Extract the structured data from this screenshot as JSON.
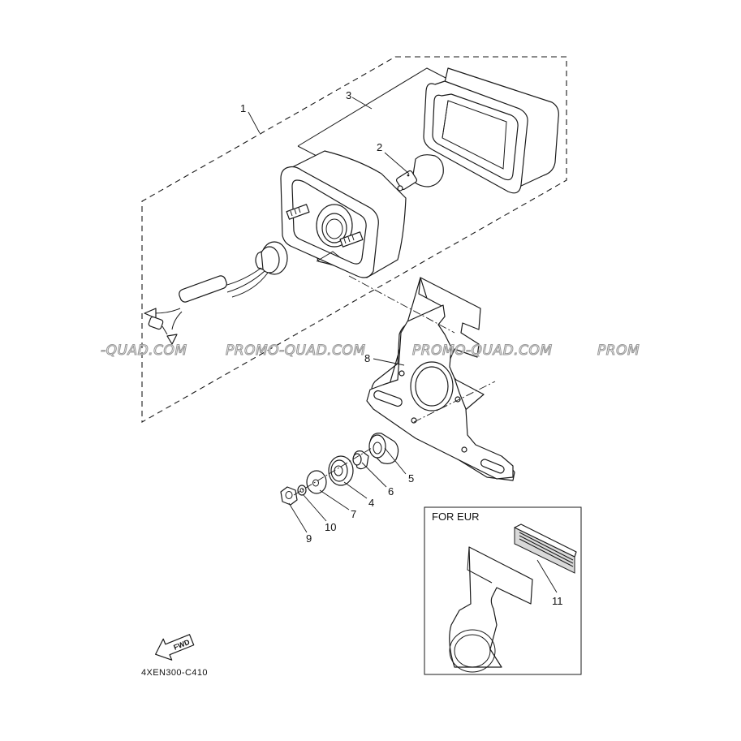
{
  "callouts": {
    "c1": "1",
    "c2": "2",
    "c3": "3",
    "c4": "4",
    "c5": "5",
    "c6": "6",
    "c7": "7",
    "c8": "8",
    "c9": "9",
    "c10": "10",
    "c11": "11"
  },
  "inset": {
    "title": "FOR EUR"
  },
  "fwd_arrow": {
    "label": "FWD"
  },
  "diagram_code": "4XEN300-C410",
  "watermarks": [
    "-QUAD.COM",
    "PROMO-QUAD.COM",
    "PROMO-QUAD.COM",
    "PROM"
  ]
}
